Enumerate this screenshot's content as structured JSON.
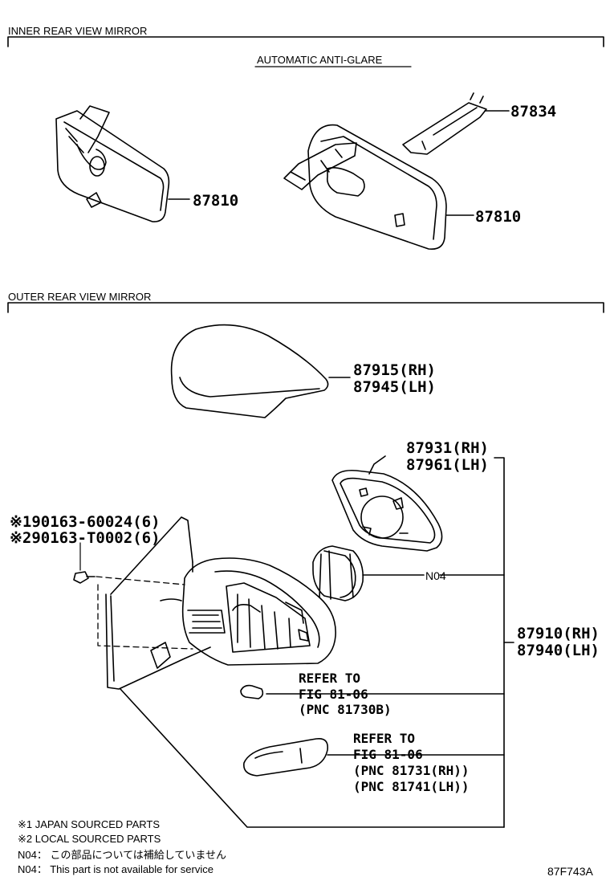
{
  "sections": {
    "inner_title": "INNER REAR VIEW MIRROR",
    "outer_title": "OUTER REAR VIEW MIRROR",
    "anti_glare_label": "AUTOMATIC ANTI-GLARE"
  },
  "callouts": {
    "inner_mirror_pn": "87810",
    "inner_mirror_auto_pn": "87810",
    "sensor_pn": "87834",
    "cover_rh": "87915(RH)",
    "cover_lh": "87945(LH)",
    "glass_rh": "87931(RH)",
    "glass_lh": "87961(LH)",
    "screw_1": "※190163-60024(6)",
    "screw_2": "※290163-T0002(6)",
    "motor_label": "N04",
    "assy_rh": "87910(RH)",
    "assy_lh": "87940(LH)"
  },
  "refer_lamp": {
    "line1": "REFER TO",
    "line2": "FIG 81-06",
    "line3": "(PNC 81730B)"
  },
  "refer_turn": {
    "line1": "REFER TO",
    "line2": "FIG 81-06",
    "line3": "(PNC 81731(RH))",
    "line4": "(PNC 81741(LH))"
  },
  "notes": {
    "japan": "※1 JAPAN SOURCED PARTS",
    "local": "※2 LOCAL SOURCED PARTS",
    "n04_jp": "N04： この部品については補給していません",
    "n04_en": "N04： This part is not available for service"
  },
  "figure_code": "87F743A"
}
